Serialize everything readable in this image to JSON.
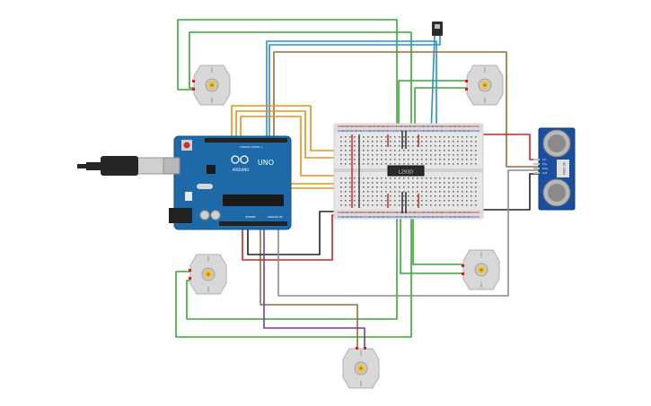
{
  "arduino": {
    "board_name": "UNO",
    "brand": "ARDUINO",
    "header_digital": "DIGITAL (PWM~)",
    "header_power": "POWER",
    "header_analog": "ANALOG IN"
  },
  "driver_ic": {
    "label": "L293D"
  },
  "sensor": {
    "model": "HC-SR04",
    "pins": [
      "Vcc",
      "Trig",
      "Echo",
      "Gnd"
    ]
  },
  "motors": [
    {
      "id": "motor-top-left"
    },
    {
      "id": "motor-top-right"
    },
    {
      "id": "motor-bottom-left"
    },
    {
      "id": "motor-bottom-right"
    },
    {
      "id": "motor-bottom-center"
    }
  ],
  "colors": {
    "wire_green": "#3aa638",
    "wire_blue": "#2a8fd0",
    "wire_brown": "#9a6a3a",
    "wire_orange": "#e8901a",
    "wire_red": "#d22020",
    "wire_black": "#202020",
    "wire_gray": "#8a8a8a",
    "wire_purple": "#7a3aa0",
    "board_blue": "#1e6aa8",
    "sensor_blue": "#1a4fa0",
    "motor_body": "#d8d8d8",
    "motor_shaft": "#f2c23a"
  }
}
